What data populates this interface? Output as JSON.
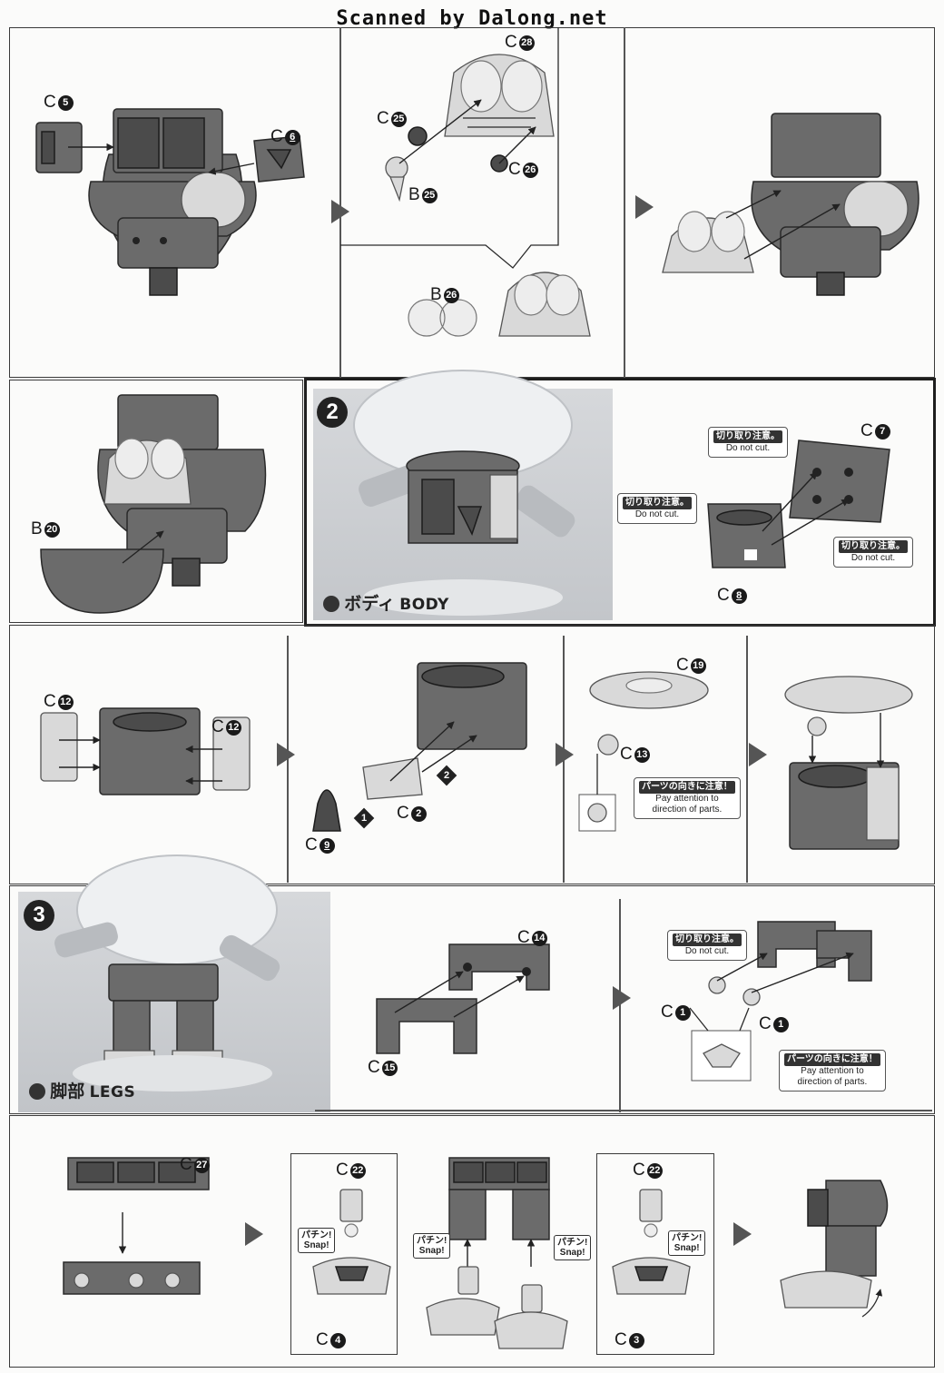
{
  "banner": "Scanned by Dalong.net",
  "panel1": {
    "left_labels": {
      "c5": "C",
      "c5n": "5",
      "c6": "C",
      "c6n": "6"
    },
    "mid_labels": {
      "c28": "C",
      "c28n": "28",
      "c25": "C",
      "c25n": "25",
      "b25": "B",
      "b25n": "25",
      "c26": "C",
      "c26n": "26",
      "b26": "B",
      "b26n": "26"
    }
  },
  "panel2": {
    "b20": "B",
    "b20n": "20",
    "step": "2",
    "title_jp": "ボディ",
    "title_en": "BODY",
    "c7": "C",
    "c7n": "7",
    "c8": "C",
    "c8n": "8",
    "note1_jp": "切り取り注意。",
    "note1_en": "Do not cut.",
    "note2_jp": "切り取り注意。",
    "note2_en": "Do not cut.",
    "note3_jp": "切り取り注意。",
    "note3_en": "Do not cut."
  },
  "panel3": {
    "c12a": "C",
    "c12an": "12",
    "c12b": "C",
    "c12bn": "12",
    "c2": "C",
    "c2n": "2",
    "c9": "C",
    "c9n": "9",
    "s1": "1",
    "s2": "2",
    "c19": "C",
    "c19n": "19",
    "c13": "C",
    "c13n": "13",
    "note_jp": "パーツの向きに注意！",
    "note_en1": "Pay attention to",
    "note_en2": "direction of parts."
  },
  "panel4": {
    "step": "3",
    "title_jp": "脚部",
    "title_en": "LEGS",
    "c14": "C",
    "c14n": "14",
    "c15": "C",
    "c15n": "15",
    "c1a": "C",
    "c1an": "1",
    "c1b": "C",
    "c1bn": "1",
    "note_cut_jp": "切り取り注意。",
    "note_cut_en": "Do not cut.",
    "note_dir_jp": "パーツの向きに注意！",
    "note_dir_en1": "Pay attention to",
    "note_dir_en2": "direction of parts."
  },
  "panel5": {
    "c27": "C",
    "c27n": "27",
    "c22a": "C",
    "c22an": "22",
    "c22b": "C",
    "c22bn": "22",
    "c4": "C",
    "c4n": "4",
    "c3": "C",
    "c3n": "3",
    "snap_jp": "パチン!",
    "snap_en": "Snap!"
  }
}
